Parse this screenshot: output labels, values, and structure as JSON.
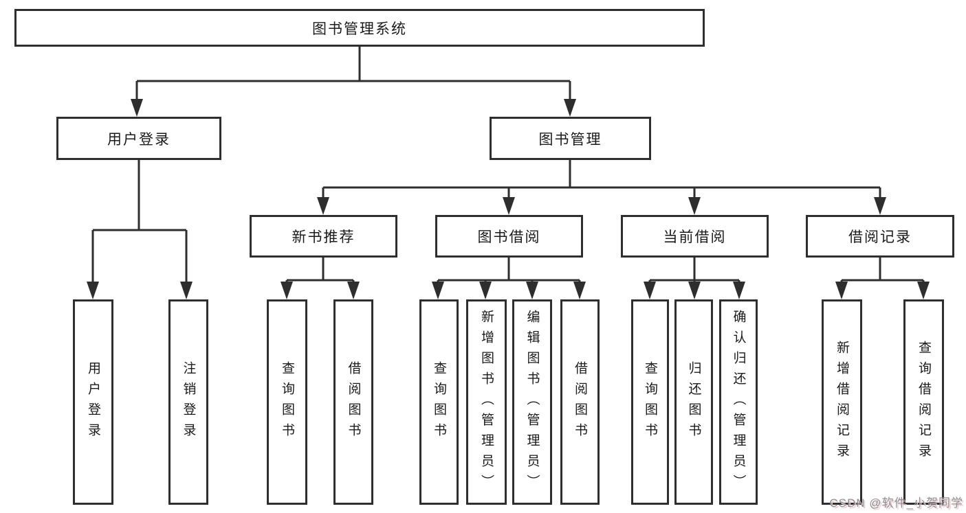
{
  "diagram_title": "图书管理系统",
  "tree": {
    "root": {
      "label": "图书管理系统"
    },
    "branches": [
      {
        "label": "用户登录",
        "children": [
          {
            "label": "用户登录"
          },
          {
            "label": "注销登录"
          }
        ]
      },
      {
        "label": "图书管理",
        "children": [
          {
            "label": "新书推荐",
            "children": [
              {
                "label": "查询图书"
              },
              {
                "label": "借阅图书"
              }
            ]
          },
          {
            "label": "图书借阅",
            "children": [
              {
                "label": "查询图书"
              },
              {
                "label": "新增图书（管理员）"
              },
              {
                "label": "编辑图书（管理员）"
              },
              {
                "label": "借阅图书"
              }
            ]
          },
          {
            "label": "当前借阅",
            "children": [
              {
                "label": "查询图书"
              },
              {
                "label": "归还图书"
              },
              {
                "label": "确认归还（管理员）"
              }
            ]
          },
          {
            "label": "借阅记录",
            "children": [
              {
                "label": "新增借阅记录"
              },
              {
                "label": "查询借阅记录"
              }
            ]
          }
        ]
      }
    ]
  },
  "watermark": {
    "text": "CSDN @软件_小贺同学"
  },
  "colors": {
    "line": "#2e2e2e",
    "text": "#1a1a1a",
    "background": "#ffffff",
    "watermark": "#8f8f96"
  }
}
